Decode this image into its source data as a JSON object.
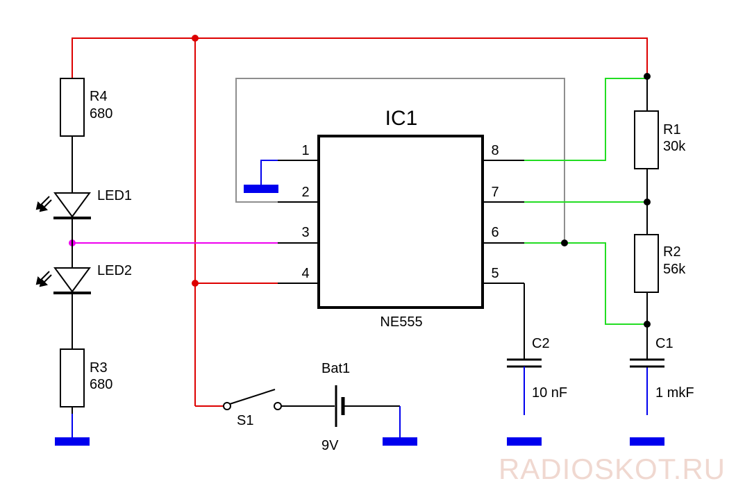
{
  "colors": {
    "power": "#dd0000",
    "timing": "#22dd22",
    "discharge_loop": "#8e8e8e",
    "led_node": "#ee00ee",
    "ground": "#0000ee",
    "component": "#000000",
    "watermark": "#f0d8d0"
  },
  "ic": {
    "name": "IC1",
    "part": "NE555",
    "pins_left": [
      "1",
      "2",
      "3",
      "4"
    ],
    "pins_right": [
      "8",
      "7",
      "6",
      "5"
    ]
  },
  "components": {
    "r4": {
      "name": "R4",
      "value": "680"
    },
    "led1": {
      "name": "LED1"
    },
    "led2": {
      "name": "LED2"
    },
    "r3": {
      "name": "R3",
      "value": "680"
    },
    "r1": {
      "name": "R1",
      "value": "30k"
    },
    "r2": {
      "name": "R2",
      "value": "56k"
    },
    "c1": {
      "name": "C1",
      "value": "1 mkF"
    },
    "c2": {
      "name": "C2",
      "value": "10 nF"
    },
    "bat": {
      "name": "Bat1",
      "value": "9V"
    },
    "switch": {
      "name": "S1"
    }
  },
  "watermark": "RADIOSKOT.RU"
}
